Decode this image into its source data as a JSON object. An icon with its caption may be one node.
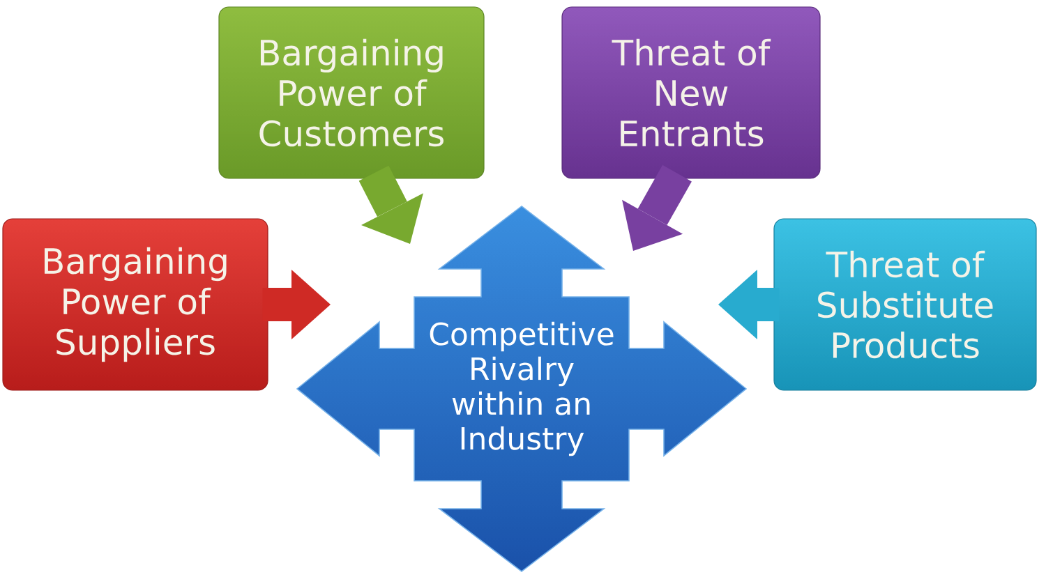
{
  "diagram": {
    "nodes": [
      {
        "text": [
          "Bargaining Power of Customers"
        ]
      },
      {
        "text": [
          "Threat of New Entrants"
        ]
      },
      {
        "text": [
          "Bargaining Power of Suppliers"
        ]
      },
      {
        "text": [
          "Competitive Rivalry within an Industry"
        ]
      },
      {
        "text": [
          "Threat of Substitute Products"
        ]
      }
    ],
    "edges": [
      {
        "from": 0,
        "to": 3,
        "arrow": "to",
        "color": "#78a92f"
      },
      {
        "from": 1,
        "to": 3,
        "arrow": "to",
        "color": "#7840a0"
      },
      {
        "from": 2,
        "to": 3,
        "arrow": "to",
        "color": "#cf2a25"
      },
      {
        "from": 4,
        "to": 3,
        "arrow": "to",
        "color": "#28abcf"
      }
    ]
  }
}
